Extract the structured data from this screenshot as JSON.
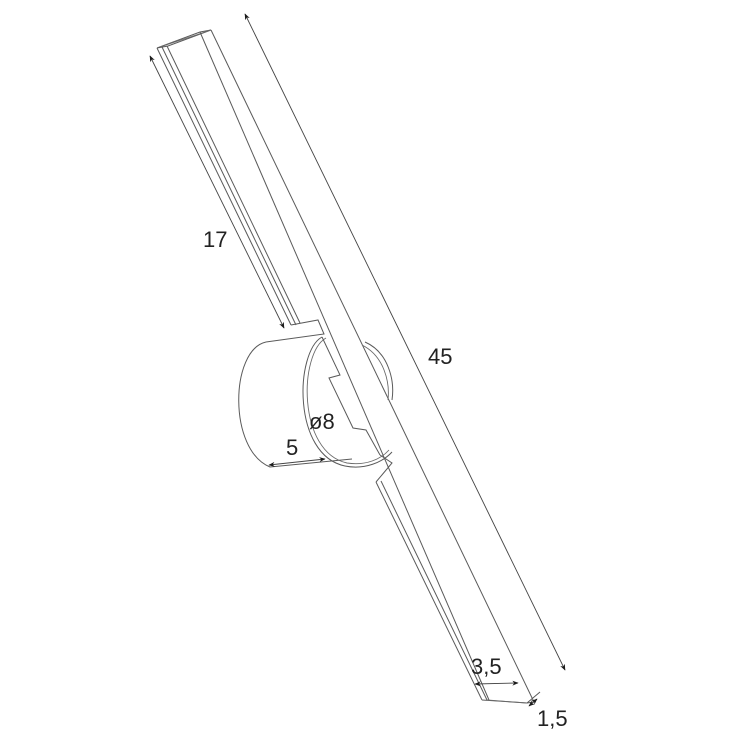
{
  "drawing": {
    "type": "technical-dimension-sketch",
    "subject": "linear wall lamp with round mount",
    "unit_implied": "cm",
    "stroke_color": "#5a5a5a",
    "background": "#ffffff"
  },
  "dimensions": {
    "upper_arm_length": "17",
    "total_length": "45",
    "mount_diameter": "ø8",
    "mount_depth": "5",
    "profile_width": "3,5",
    "profile_height": "1,5"
  }
}
